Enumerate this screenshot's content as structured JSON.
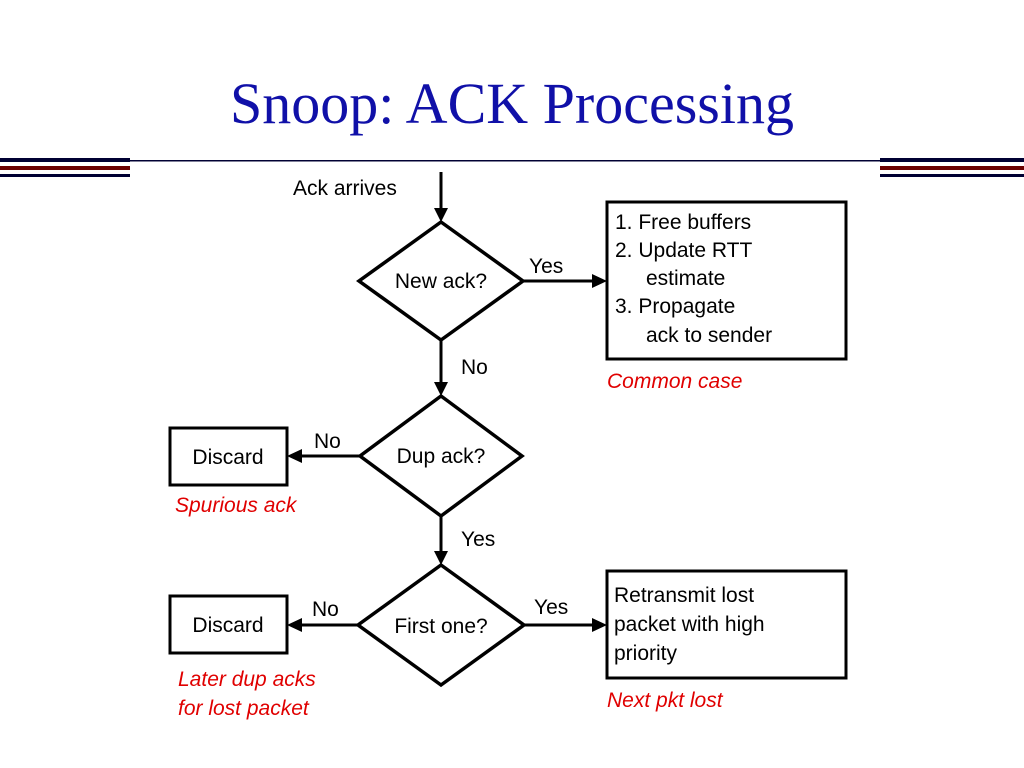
{
  "slide": {
    "title": "Snoop: ACK Processing"
  },
  "colors": {
    "title": "#1010a8",
    "annotation": "#e00000",
    "rule_dark": "#000033",
    "rule_accent": "#6b0000"
  },
  "diagram": {
    "start_label": "Ack arrives",
    "decisions": {
      "new_ack": "New ack?",
      "dup_ack": "Dup ack?",
      "first_one": "First one?"
    },
    "edges": {
      "new_yes": "Yes",
      "new_no": "No",
      "dup_no": "No",
      "dup_yes": "Yes",
      "first_no": "No",
      "first_yes": "Yes"
    },
    "common_box": {
      "lines": [
        "1. Free buffers",
        "2. Update RTT",
        "estimate",
        "3. Propagate",
        "ack to sender"
      ]
    },
    "discard_label": "Discard",
    "retransmit_box": {
      "lines": [
        "Retransmit lost",
        "packet with high",
        "priority"
      ]
    },
    "annotations": {
      "common_case": "Common case",
      "spurious_ack": "Spurious ack",
      "later_dup_line1": "Later dup acks",
      "later_dup_line2": "for lost packet",
      "next_pkt_lost": "Next pkt lost"
    }
  }
}
